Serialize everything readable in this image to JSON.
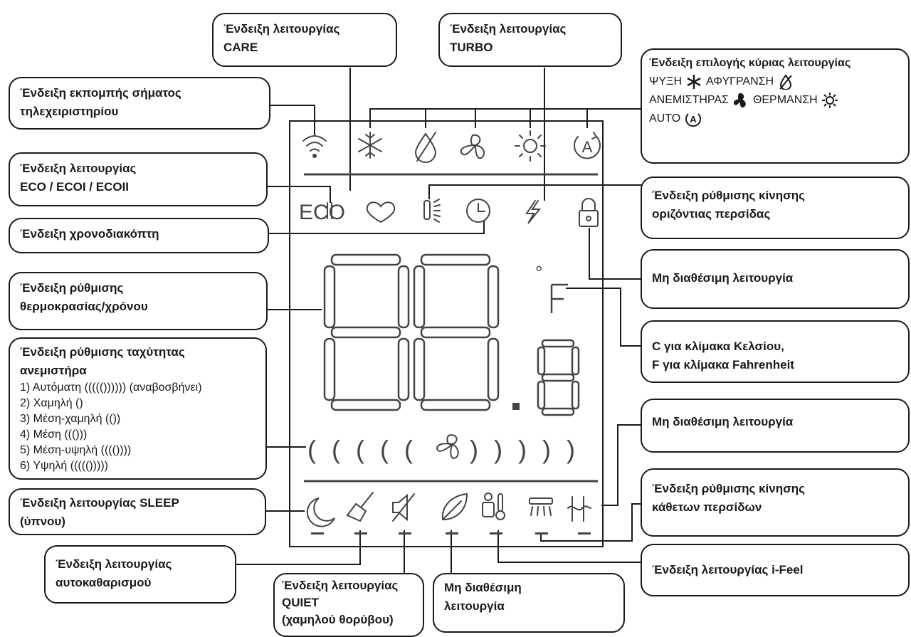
{
  "lcd": {
    "eco_label": "ECO",
    "degree": "°",
    "unit_symbol": "F",
    "fan_parens_left": "( ( ( ( (",
    "fan_parens_right": ") ) ) ) )",
    "big_digits": "88",
    "small_digit": "8",
    "dot": "."
  },
  "callouts": {
    "remote_signal": {
      "line1": "Ένδειξη εκπομπής σήματος",
      "line2": "τηλεχειριστηρίου"
    },
    "care": {
      "line1": "Ένδειξη λειτουργίας",
      "line2": "CARE"
    },
    "turbo": {
      "line1": "Ένδειξη λειτουργίας",
      "line2": "TURBO"
    },
    "main_mode": {
      "title": "Ένδειξη επιλογής κύριας λειτουργίας",
      "cool": "ΨΥΞΗ",
      "dry": "ΑΦΥΓΡΑΝΣΗ",
      "fan": "ΑΝΕΜΙΣΤΗΡΑΣ",
      "heat": "ΘΕΡΜΑΝΣΗ",
      "auto": "AUTO"
    },
    "eco": {
      "line1": "Ένδειξη λειτουργίας",
      "line2": "ECO / ECOI / ECOII"
    },
    "horizontal_louver": {
      "line1": "Ένδειξη ρύθμισης κίνησης",
      "line2": "οριζόντιας περσίδας"
    },
    "timer": {
      "line1": "Ένδειξη χρονοδιακόπτη"
    },
    "unavailable_1": {
      "line1": "Μη διαθέσιμη λειτουργία"
    },
    "temp_time": {
      "line1": "Ένδειξη ρύθμισης",
      "line2": "θερμοκρασίας/χρόνου"
    },
    "celsius_fahrenheit": {
      "line1": "C για κλίμακα Κελσίου,",
      "line2": "F για κλίμακα Fahrenheit"
    },
    "fan_speed": {
      "line1": "Ένδειξη ρύθμισης ταχύτητας",
      "line2": "ανεμιστήρα",
      "items": [
        "1) Αυτόματη ((((()))))) (αναβοσβήνει)",
        "2) Χαμηλή ()",
        "3) Μέση-χαμηλή (())",
        "4) Μέση ((()))",
        "5) Μέση-υψηλή (((())))",
        "6) Υψηλή ((((()))))"
      ]
    },
    "unavailable_2": {
      "line1": "Μη διαθέσιμη λειτουργία"
    },
    "vertical_louver": {
      "line1": "Ένδειξη ρύθμισης κίνησης",
      "line2": "κάθετων περσίδων"
    },
    "sleep": {
      "line1": "Ένδειξη λειτουργίας SLEEP",
      "line2": "(ύπνου)"
    },
    "self_clean": {
      "line1": "Ένδειξη λειτουργίας",
      "line2": "αυτοκαθαρισμού"
    },
    "quiet": {
      "line1": "Ένδειξη λειτουργίας",
      "line2": "QUIET",
      "line3": "(χαμηλού θορύβου)"
    },
    "unavailable_3": {
      "line1": "Μη διαθέσιμη",
      "line2": "λειτουργία"
    },
    "ifeel": {
      "line1": "Ένδειξη λειτουργίας i-Feel"
    }
  },
  "colors": {
    "ink": "#1a1a1a",
    "lcd_ink": "#444444",
    "background": "#ffffff"
  }
}
